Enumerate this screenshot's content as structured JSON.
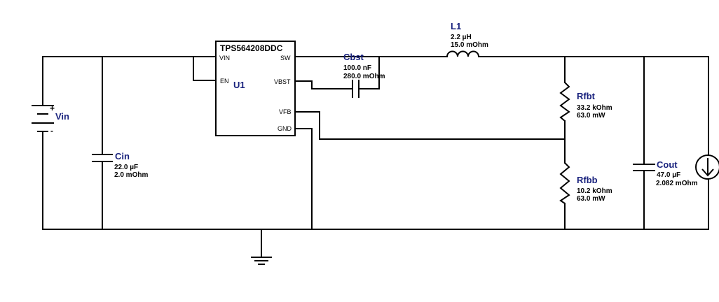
{
  "u1": {
    "part": "TPS564208DDC",
    "ref": "U1",
    "pins": {
      "vin": "VIN",
      "en": "EN",
      "sw": "SW",
      "vbst": "VBST",
      "vfb": "VFB",
      "gnd": "GND"
    }
  },
  "vin": {
    "ref": "Vin",
    "plus": "+",
    "minus": "-"
  },
  "cin": {
    "ref": "Cin",
    "value": "22.0 µF",
    "esr": "2.0 mOhm"
  },
  "cbst": {
    "ref": "Cbst",
    "value": "100.0 nF",
    "esr": "280.0 mOhm"
  },
  "l1": {
    "ref": "L1",
    "value": "2.2 µH",
    "dcr": "15.0 mOhm"
  },
  "rfbt": {
    "ref": "Rfbt",
    "value": "33.2 kOhm",
    "power": "63.0 mW"
  },
  "rfbb": {
    "ref": "Rfbb",
    "value": "10.2 kOhm",
    "power": "63.0 mW"
  },
  "cout": {
    "ref": "Cout",
    "value": "47.0 µF",
    "esr": "2.082 mOhm"
  },
  "load": {
    "icon": "current-sink-icon"
  },
  "ground": {
    "icon": "ground-icon"
  }
}
